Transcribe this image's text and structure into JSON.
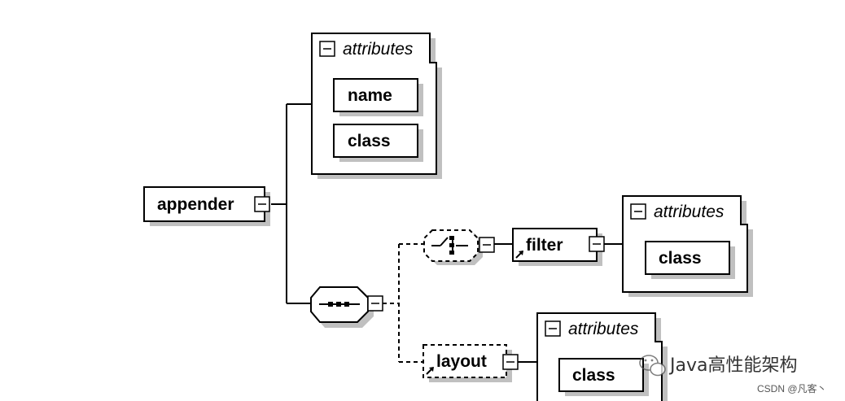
{
  "diagram": {
    "root": {
      "label": "appender"
    },
    "attributes_groups": [
      {
        "header": "attributes",
        "items": [
          "name",
          "class"
        ]
      },
      {
        "header": "attributes",
        "items": [
          "class"
        ]
      },
      {
        "header": "attributes",
        "items": [
          "class"
        ]
      }
    ],
    "elements": {
      "filter": "filter",
      "layout": "layout"
    }
  },
  "watermark": {
    "brand": "Java高性能架构",
    "credit": "CSDN @凡客丶"
  }
}
